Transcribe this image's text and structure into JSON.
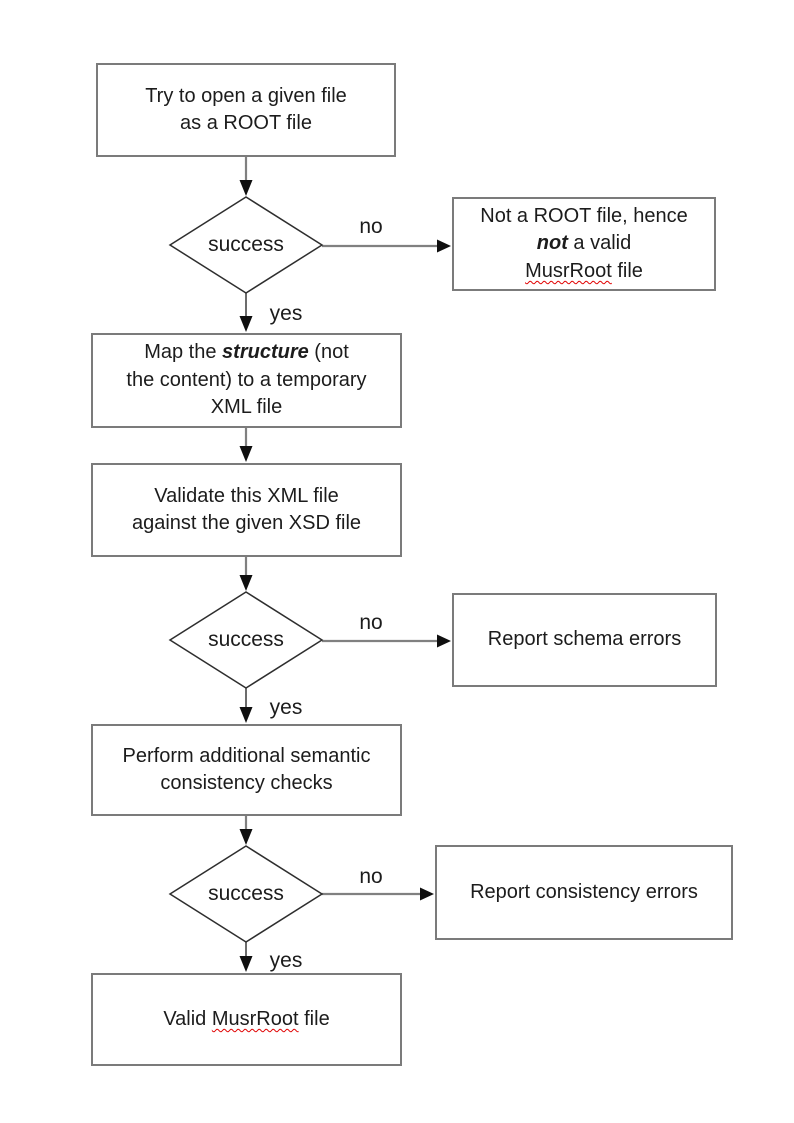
{
  "diagram": {
    "decision_label": "success",
    "edge_labels": {
      "yes": "yes",
      "no": "no"
    },
    "nodes": {
      "open": {
        "line1": "Try to open a given file",
        "line2": "as a ROOT file"
      },
      "not_root": {
        "line1": "Not a ROOT file, hence",
        "line2_emph": "not",
        "line2_rest": " a valid",
        "line3_word": "MusrRoot",
        "line3_rest": " file"
      },
      "map": {
        "line1_pre": "Map the ",
        "line1_emph": "structure",
        "line1_post": " (not",
        "line2": "the content) to a temporary",
        "line3": "XML file"
      },
      "validate": {
        "line1": "Validate this XML file",
        "line2": "against the given XSD file"
      },
      "schema_errors": {
        "line1": "Report schema errors"
      },
      "semantic": {
        "line1": "Perform additional semantic",
        "line2": "consistency checks"
      },
      "consistency_errors": {
        "line1": "Report consistency errors"
      },
      "valid": {
        "line1_pre": "Valid ",
        "line1_word": "MusrRoot",
        "line1_post": " file"
      }
    },
    "colors": {
      "background": "#ffffff",
      "box_border": "#7b7b7b",
      "connector_gray": "#808080",
      "connector_dark": "#3a3a3a",
      "diamond_stroke": "#2e2e2e",
      "arrowhead": "#0f0f0f",
      "text": "#1c1c1c",
      "spellcheck_underline": "#e00000"
    }
  }
}
